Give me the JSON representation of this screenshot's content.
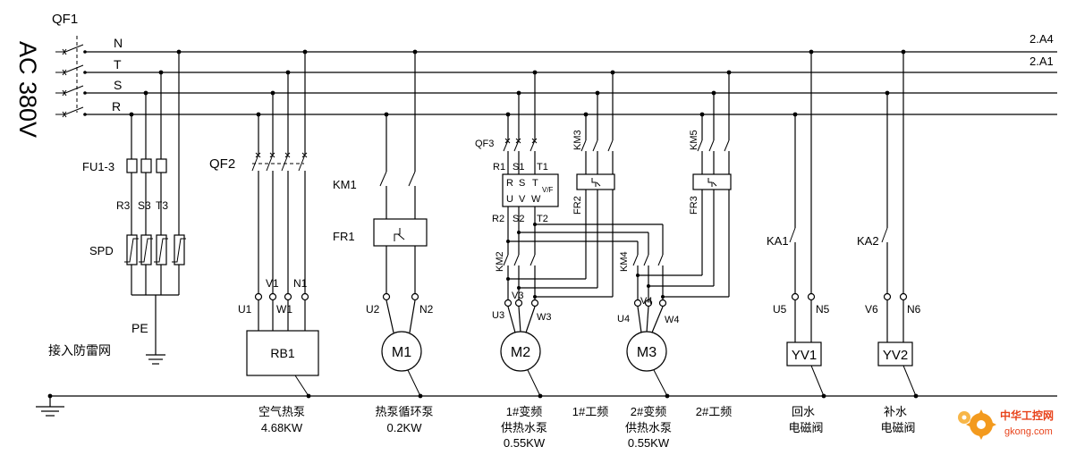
{
  "supply": {
    "voltage": "AC 380V",
    "breaker": "QF1",
    "bus_labels": [
      "N",
      "T",
      "S",
      "R"
    ],
    "refs": [
      "2.A4",
      "2.A1"
    ]
  },
  "surge": {
    "fuse": "FU1-3",
    "phases": [
      "R3",
      "S3",
      "T3"
    ],
    "spd": "SPD",
    "pe": "PE",
    "note": "接入防雷网"
  },
  "air_pump": {
    "breaker": "QF2",
    "terminals": [
      "V1",
      "N1",
      "U1",
      "W1"
    ],
    "load": "RB1",
    "name": "空气热泵",
    "power": "4.68KW"
  },
  "circ_pump": {
    "contactor": "KM1",
    "relay": "FR1",
    "terminals": [
      "U2",
      "N2"
    ],
    "motor": "M1",
    "name": "热泵循环泵",
    "power": "0.2KW"
  },
  "pump1": {
    "breaker": "QF3",
    "vfd_in": [
      "R1",
      "S1",
      "T1"
    ],
    "vfd_top": [
      "R",
      "S",
      "T"
    ],
    "vfd_bottom": [
      "U",
      "V",
      "W"
    ],
    "vfd_tag": "V/F",
    "vfd_out": [
      "R2",
      "S2",
      "T2"
    ],
    "km_freq": "KM2",
    "km_line": "KM3",
    "relay": "FR2",
    "terminals": [
      "V3",
      "U3",
      "W3"
    ],
    "motor": "M2",
    "name_lines": [
      "1#变频",
      "供热水泵"
    ],
    "power": "0.55KW",
    "line_label": "1#工频"
  },
  "pump2": {
    "km_freq": "KM4",
    "km_line": "KM5",
    "relay": "FR3",
    "terminals": [
      "V4",
      "U4",
      "W4"
    ],
    "motor": "M3",
    "name_lines": [
      "2#变频",
      "供热水泵"
    ],
    "power": "0.55KW",
    "line_label": "2#工频"
  },
  "valve1": {
    "contact": "KA1",
    "terminals": [
      "U5",
      "N5"
    ],
    "coil": "YV1",
    "name_lines": [
      "回水",
      "电磁阀"
    ]
  },
  "valve2": {
    "contact": "KA2",
    "terminals": [
      "V6",
      "N6"
    ],
    "coil": "YV2",
    "name_lines": [
      "补水",
      "电磁阀"
    ]
  },
  "watermark": {
    "brand": "中华工控网",
    "site": "gkong.com"
  }
}
